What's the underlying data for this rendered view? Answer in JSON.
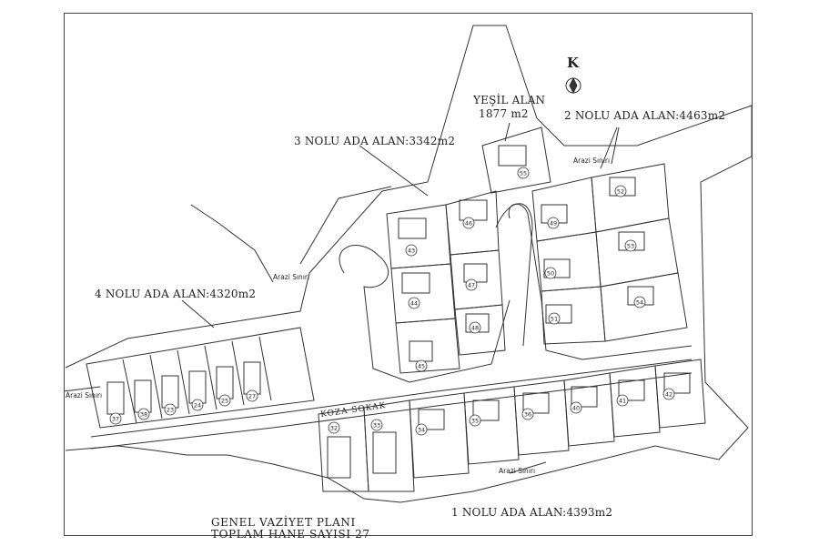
{
  "north_label": "K",
  "green_area": {
    "title": "YEŞİL ALAN",
    "area": "1877 m2"
  },
  "blocks": {
    "ada1": "1 NOLU ADA ALAN:4393m2",
    "ada2": "2 NOLU ADA ALAN:4463m2",
    "ada3": "3 NOLU ADA ALAN:3342m2",
    "ada4": "4 NOLU ADA ALAN:4320m2"
  },
  "street": "KOZA SOKAK",
  "boundary_label": "Arazi Sınırı",
  "plan_title": [
    "GENEL VAZİYET PLANI",
    "TOPLAM HANE SAYISI 27"
  ],
  "lot_numbers": [
    "37",
    "38",
    "23",
    "24",
    "25",
    "27",
    "32",
    "33",
    "34",
    "35",
    "36",
    "40",
    "41",
    "42",
    "43",
    "44",
    "45",
    "46",
    "47",
    "48",
    "49",
    "50",
    "51",
    "52",
    "53",
    "54",
    "55"
  ],
  "colors": {
    "line": "#333333",
    "text": "#222222",
    "background": "#ffffff"
  }
}
